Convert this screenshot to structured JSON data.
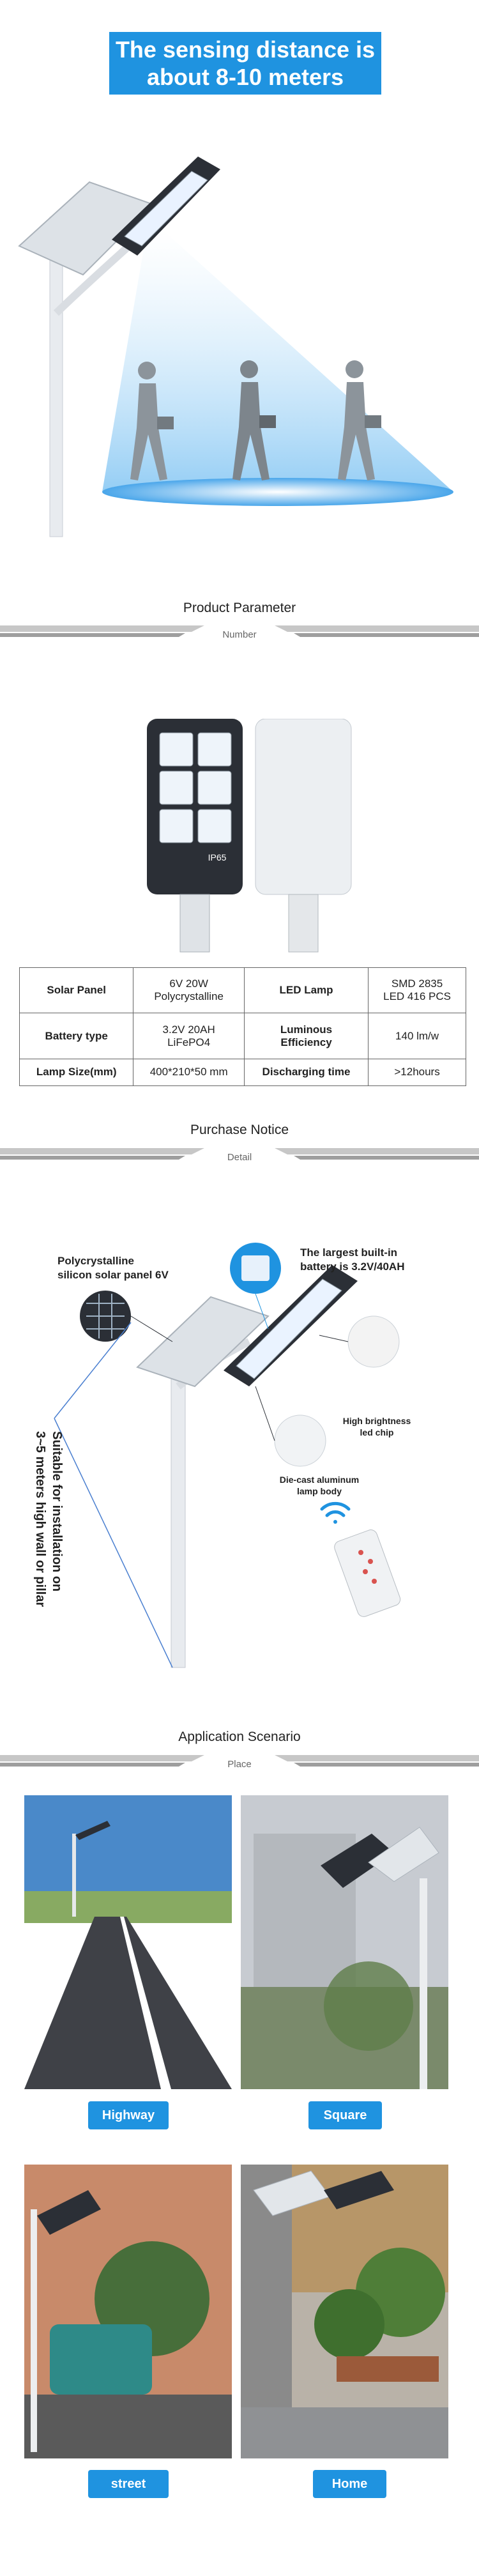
{
  "banner": {
    "text": "The sensing distance is about 8-10 meters"
  },
  "product_parameter": {
    "title": "Product Parameter",
    "subtitle": "Number",
    "lamp_badge": "IP65",
    "rows": [
      [
        {
          "k": "Solar Panel",
          "v": "6V 20W\nPolycrystalline"
        },
        {
          "k": "LED Lamp",
          "v": "SMD 2835\nLED 416 PCS"
        }
      ],
      [
        {
          "k": "Battery type",
          "v": "3.2V 20AH\nLiFePO4"
        },
        {
          "k": "Luminous\nEfficiency",
          "v": "140 lm/w"
        }
      ],
      [
        {
          "k": "Lamp Size(mm)",
          "v": "400*210*50 mm"
        },
        {
          "k": "Discharging time",
          "v": ">12hours"
        }
      ]
    ]
  },
  "purchase_notice": {
    "title": "Purchase Notice",
    "subtitle": "Detail",
    "note_panel": "Polycrystalline\nsilicon solar panel 6V",
    "note_battery": "The largest built-in\nbattery is 3.2V/40AH",
    "note_chip": "High brightness\nled chip",
    "note_body": "Die-cast aluminum\nlamp body",
    "note_install": "Suitable for installation on\n3~5 meters high wall or pillar"
  },
  "application": {
    "title": "Application Scenario",
    "subtitle": "Place",
    "scenes": [
      {
        "label": "Highway"
      },
      {
        "label": "Square"
      },
      {
        "label": "street"
      },
      {
        "label": "Home"
      }
    ]
  },
  "colors": {
    "accent": "#1f93e0",
    "beam": "#8fcbf4",
    "lamp_dark": "#2b2f36"
  }
}
